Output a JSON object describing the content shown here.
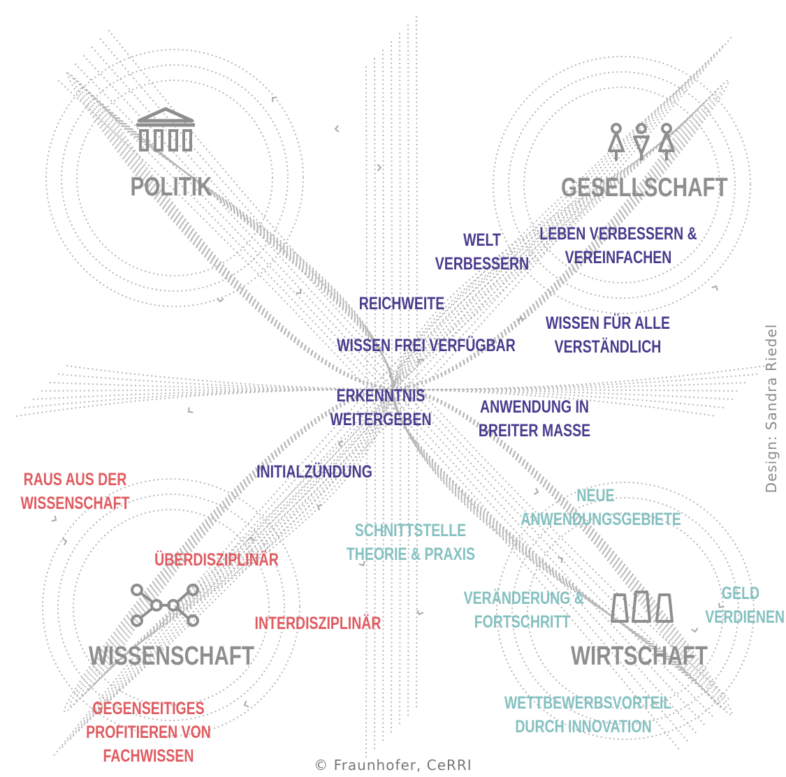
{
  "title": "",
  "sectors": {
    "politik": "POLITIK",
    "gesellschaft": "GESELLSCHAFT",
    "wissenschaft": "WISSENSCHAFT",
    "wirtschaft": "WIRTSCHAFT"
  },
  "labels": {
    "welt_verbessern": "WELT\nVERBESSERN",
    "leben_verbessern": "LEBEN VERBESSERN &\nVEREINFACHEN",
    "reichweite": "REICHWEITE",
    "wissen_fuer_alle": "WISSEN FÜR ALLE\nVERSTÄNDLICH",
    "wissen_frei": "WISSEN FREI VERFÜGBAR",
    "erkenntnis": "ERKENNTNIS\nWEITERGEBEN",
    "anwendung": "ANWENDUNG IN\nBREITER MASSE",
    "initialzuendung": "INITIALZÜNDUNG",
    "raus_aus": "RAUS AUS DER\nWISSENSCHAFT",
    "neue_anwendung": "NEUE\nANWENDUNGSGEBIETE",
    "schnittstelle": "SCHNITTSTELLE\nTHEORIE & PRAXIS",
    "ueberdisziplinaer": "ÜBERDISZIPLINÄR",
    "veraenderung": "VERÄNDERUNG &\nFORTSCHRITT",
    "geld": "GELD\nVERDIENEN",
    "interdisziplinaer": "INTERDISZIPLINÄR",
    "wettbewerb": "WETTBEWERBSVORTEIL\nDURCH INNOVATION",
    "gegenseitiges": "GEGENSEITIGES\nPROFITIEREN VON\nFACHWISSEN"
  },
  "credits": {
    "copyright": "© Fraunhofer, CeRRI",
    "design": "Design: Sandra Riedel"
  },
  "icons": {
    "politik": "government-building-icon",
    "gesellschaft": "people-icon",
    "wissenschaft": "network-nodes-icon",
    "wirtschaft": "industry-towers-icon"
  },
  "colors": {
    "gesellschaft_labels": "#4a3a8d",
    "wissenschaft_labels": "#e05a5f",
    "wirtschaft_labels": "#84c0c0",
    "sector_labels": "#8e8e8e",
    "dots": "#b8b8b8"
  }
}
